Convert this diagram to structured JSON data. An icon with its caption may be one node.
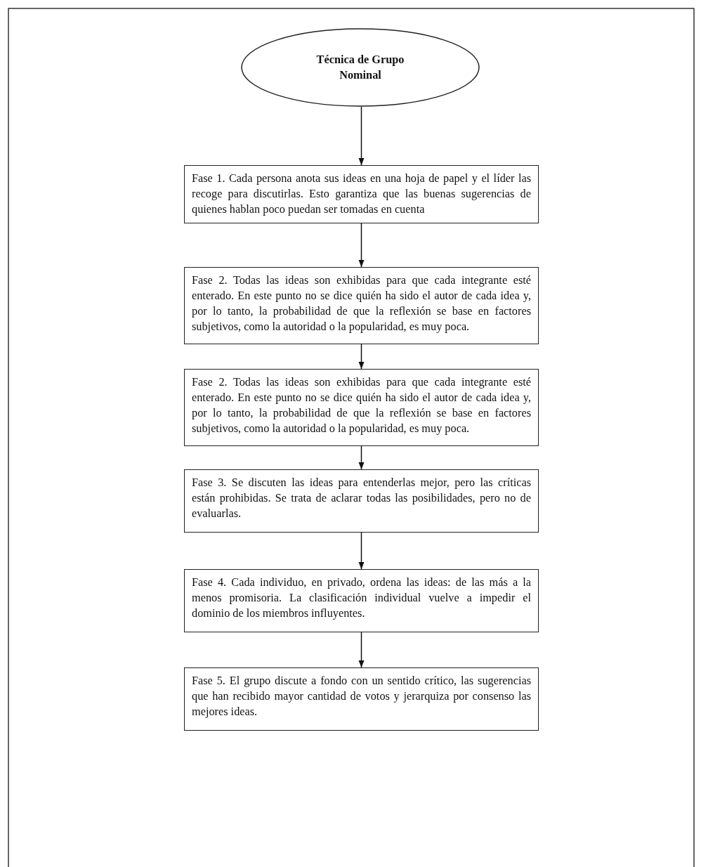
{
  "diagram": {
    "nodes": [
      {
        "text": [
          "Técnica de Grupo Nominal"
        ]
      },
      {
        "text": [
          "Fase 1. Cada persona anota sus ideas en una hoja de papel y el líder las recoge para discutirlas. Esto garantiza que las buenas sugerencias de quienes hablan poco puedan ser tomadas en cuenta"
        ]
      },
      {
        "text": [
          "Fase 2. Todas las ideas son exhibidas para que cada integrante esté enterado. En este punto no se dice quién ha sido el autor de cada idea y, por lo tanto, la probabilidad de que la reflexión se base en factores subjetivos, como la autoridad o la popularidad, es muy poca."
        ]
      },
      {
        "text": [
          "Fase 2. Todas las ideas son exhibidas para que cada integrante esté enterado. En este punto no se dice quién ha sido el autor de cada idea y, por lo tanto, la probabilidad de que la reflexión se base en factores subjetivos, como la autoridad o la popularidad, es muy poca."
        ]
      },
      {
        "text": [
          "Fase 3. Se discuten las ideas para entenderlas mejor, pero las críticas están prohibidas. Se trata de aclarar todas las posibilidades, pero no de evaluarlas."
        ]
      },
      {
        "text": [
          "Fase 4. Cada individuo, en privado, ordena las ideas: de las más a la menos promisoria. La clasificación individual vuelve a impedir el dominio de los miembros influyentes."
        ]
      },
      {
        "text": [
          "Fase 5. El grupo discute a fondo con un sentido crítico, las sugerencias que han recibido mayor cantidad de votos y jerarquiza por consenso las mejores ideas."
        ]
      }
    ],
    "edges": [
      {
        "from": 0,
        "to": 1,
        "arrow": "to"
      },
      {
        "from": 1,
        "to": 2,
        "arrow": "to"
      },
      {
        "from": 2,
        "to": 3,
        "arrow": "to"
      },
      {
        "from": 3,
        "to": 4,
        "arrow": "to"
      },
      {
        "from": 4,
        "to": 5,
        "arrow": "to"
      },
      {
        "from": 5,
        "to": 6,
        "arrow": "to"
      }
    ]
  }
}
